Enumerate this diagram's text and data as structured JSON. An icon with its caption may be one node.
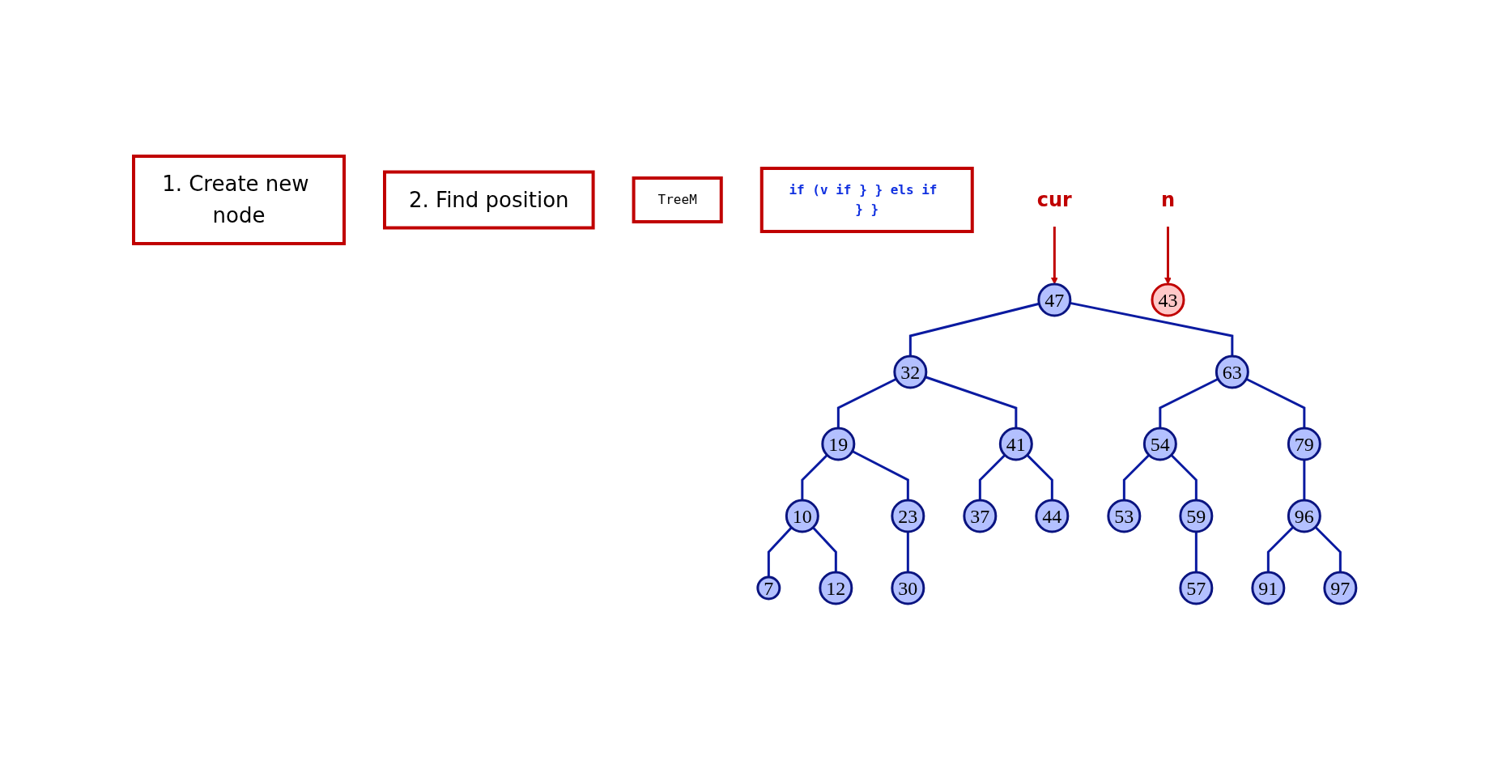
{
  "diagram": {
    "nodes": [
      {
        "text": [
          "1. Create new node"
        ]
      },
      {
        "text": [
          "2. Find position"
        ]
      },
      {
        "text": [
          "TreeM"
        ]
      },
      {
        "text": [
          "if (v if } } els if } }"
        ]
      },
      {
        "text": [
          "47"
        ]
      },
      {
        "text": [
          "32"
        ]
      },
      {
        "text": [
          "63"
        ]
      },
      {
        "text": [
          "19"
        ]
      },
      {
        "text": [
          "41"
        ]
      },
      {
        "text": [
          "54"
        ]
      },
      {
        "text": [
          "79"
        ]
      },
      {
        "text": [
          "10"
        ]
      },
      {
        "text": [
          "23"
        ]
      },
      {
        "text": [
          "37"
        ]
      },
      {
        "text": [
          "44"
        ]
      },
      {
        "text": [
          "53"
        ]
      },
      {
        "text": [
          "59"
        ]
      },
      {
        "text": [
          "96"
        ]
      },
      {
        "text": [
          "7"
        ]
      },
      {
        "text": [
          "12"
        ]
      },
      {
        "text": [
          "30"
        ]
      },
      {
        "text": [
          "43"
        ]
      },
      {
        "text": [
          "57"
        ]
      },
      {
        "text": [
          "91"
        ]
      },
      {
        "text": [
          "97"
        ]
      },
      {
        "text": [
          "cur"
        ]
      },
      {
        "text": [
          "n"
        ]
      }
    ],
    "edges": [
      {
        "from": 4,
        "to": 5,
        "arrow": "none"
      },
      {
        "from": 4,
        "to": 6,
        "arrow": "none"
      },
      {
        "from": 5,
        "to": 7,
        "arrow": "none"
      },
      {
        "from": 5,
        "to": 8,
        "arrow": "none"
      },
      {
        "from": 6,
        "to": 9,
        "arrow": "none"
      },
      {
        "from": 6,
        "to": 10,
        "arrow": "none"
      },
      {
        "from": 7,
        "to": 11,
        "arrow": "none"
      },
      {
        "from": 7,
        "to": 12,
        "arrow": "none"
      },
      {
        "from": 8,
        "to": 13,
        "arrow": "none"
      },
      {
        "from": 8,
        "to": 14,
        "arrow": "none"
      },
      {
        "from": 9,
        "to": 15,
        "arrow": "none"
      },
      {
        "from": 9,
        "to": 16,
        "arrow": "none"
      },
      {
        "from": 10,
        "to": 17,
        "arrow": "none"
      },
      {
        "from": 11,
        "to": 18,
        "arrow": "none"
      },
      {
        "from": 11,
        "to": 19,
        "arrow": "none"
      },
      {
        "from": 12,
        "to": 20,
        "arrow": "none"
      },
      {
        "from": 16,
        "to": 22,
        "arrow": "none"
      },
      {
        "from": 17,
        "to": 23,
        "arrow": "none"
      },
      {
        "from": 17,
        "to": 24,
        "arrow": "none"
      },
      {
        "from": 25,
        "to": 4,
        "arrow": "to",
        "color": "#c00000"
      },
      {
        "from": 26,
        "to": 21,
        "arrow": "to",
        "color": "#c00000"
      }
    ]
  }
}
